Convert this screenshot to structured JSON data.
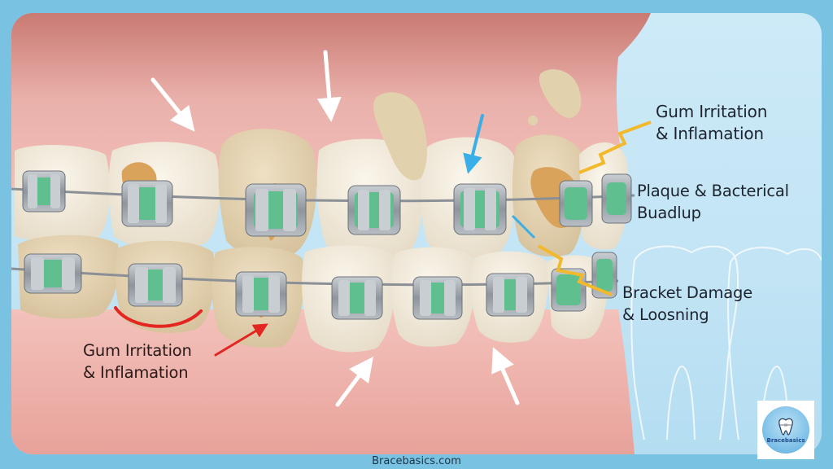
{
  "labels": {
    "top_right": {
      "line1": "Gum Irritation",
      "line2": "& Inflamation"
    },
    "middle_right": {
      "line1": "Plaque & Bacterical",
      "line2": "Buadlup"
    },
    "lower_right": {
      "line1": "Bracket Damage",
      "line2": "& Loosning"
    },
    "bottom_left": {
      "line1": "Gum Irritation",
      "line2": "& Inflamation"
    }
  },
  "footer": {
    "website": "Bracebasics.com"
  },
  "logo": {
    "brand": "Bracebasics",
    "icon": "tooth-with-braces-icon"
  },
  "colors": {
    "background": "#79c2e2",
    "panel": "#cdeaf7",
    "gum": "#e8a8a2",
    "tooth": "#efe6d6",
    "plaque": "#d9a35c",
    "bracket": "#9aa0a6",
    "bracket_pad": "#5fbf8f",
    "arrow_white": "#ffffff",
    "arrow_blue": "#3aaee6",
    "arrow_red": "#e3261f",
    "zigzag_yellow": "#f2b92c"
  }
}
